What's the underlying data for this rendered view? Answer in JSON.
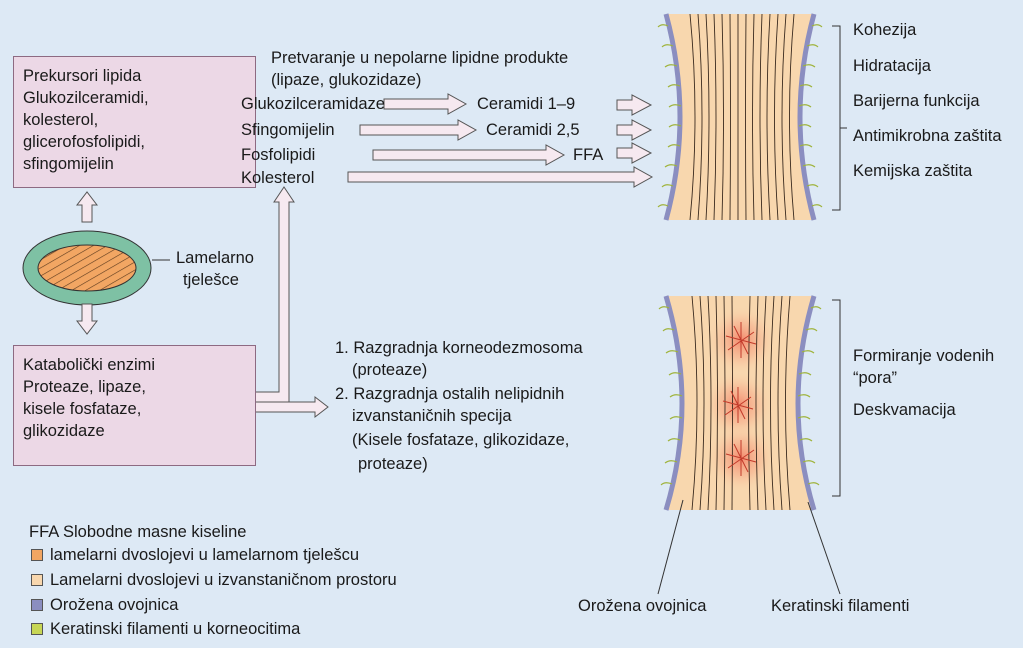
{
  "colors": {
    "background": "#dde9f5",
    "box_fill": "#ecd8e6",
    "lamellar_body_bilayer": "#f2a663",
    "extracellular_bilayer": "#f8d7ae",
    "cornified_envelope": "#8b8ec0",
    "keratin_filament": "#c7d655",
    "arrow_fill": "#f6e9f0"
  },
  "precursor_box": {
    "lines": [
      "Prekursori lipida",
      "Glukozilceramidi,",
      "kolesterol,",
      "glicerofosfolipidi,",
      "sfingomijelin"
    ]
  },
  "enzyme_box": {
    "lines": [
      "Katabolički enzimi",
      "Proteaze, lipaze,",
      "kisele fosfataze,",
      "glikozidaze"
    ]
  },
  "lamellar_body": {
    "label_line1": "Lamelarno",
    "label_line2": "tjelešce"
  },
  "conversion": {
    "heading_line1": "Pretvaranje u nepolarne lipidne produkte",
    "heading_line2": "(lipaze, glukozidaze)",
    "rows": [
      {
        "source": "Glukozilceramidaze",
        "product": "Ceramidi 1–9"
      },
      {
        "source": "Sfingomijelin",
        "product": "Ceramidi 2,5"
      },
      {
        "source": "Fosfolipidi",
        "product": "FFA"
      },
      {
        "source": "Kolesterol",
        "product": ""
      }
    ]
  },
  "degradation": {
    "line1": "1. Razgradnja korneodezmosoma",
    "line2": "(proteaze)",
    "line3": "2. Razgradnja ostalih nelipidnih",
    "line4": "izvanstaničnih specija",
    "line5": "(Kisele fosfataze, glikozidaze,",
    "line6": "proteaze)"
  },
  "top_functions": [
    "Kohezija",
    "Hidratacija",
    "Barijerna funkcija",
    "Antimikrobna zaštita",
    "Kemijska zaštita"
  ],
  "bottom_functions": {
    "line1": "Formiranje vodenih",
    "line2": "“pora”",
    "line3": "Deskvamacija"
  },
  "bottom_labels": {
    "envelope": "Orožena ovojnica",
    "keratin": "Keratinski filamenti"
  },
  "legend": {
    "abbrev": "FFA",
    "abbrev_text": "Slobodne masne kiseline",
    "items": [
      {
        "label": "lamelarni dvoslojevi u lamelarnom tjelešcu",
        "color": "#f2a663"
      },
      {
        "label": "Lamelarni dvoslojevi u izvanstaničnom prostoru",
        "color": "#f8d7ae"
      },
      {
        "label": "Orožena ovojnica",
        "color": "#8b8ec0"
      },
      {
        "label": "Keratinski filamenti u korneocitima",
        "color": "#c7d655"
      }
    ]
  }
}
